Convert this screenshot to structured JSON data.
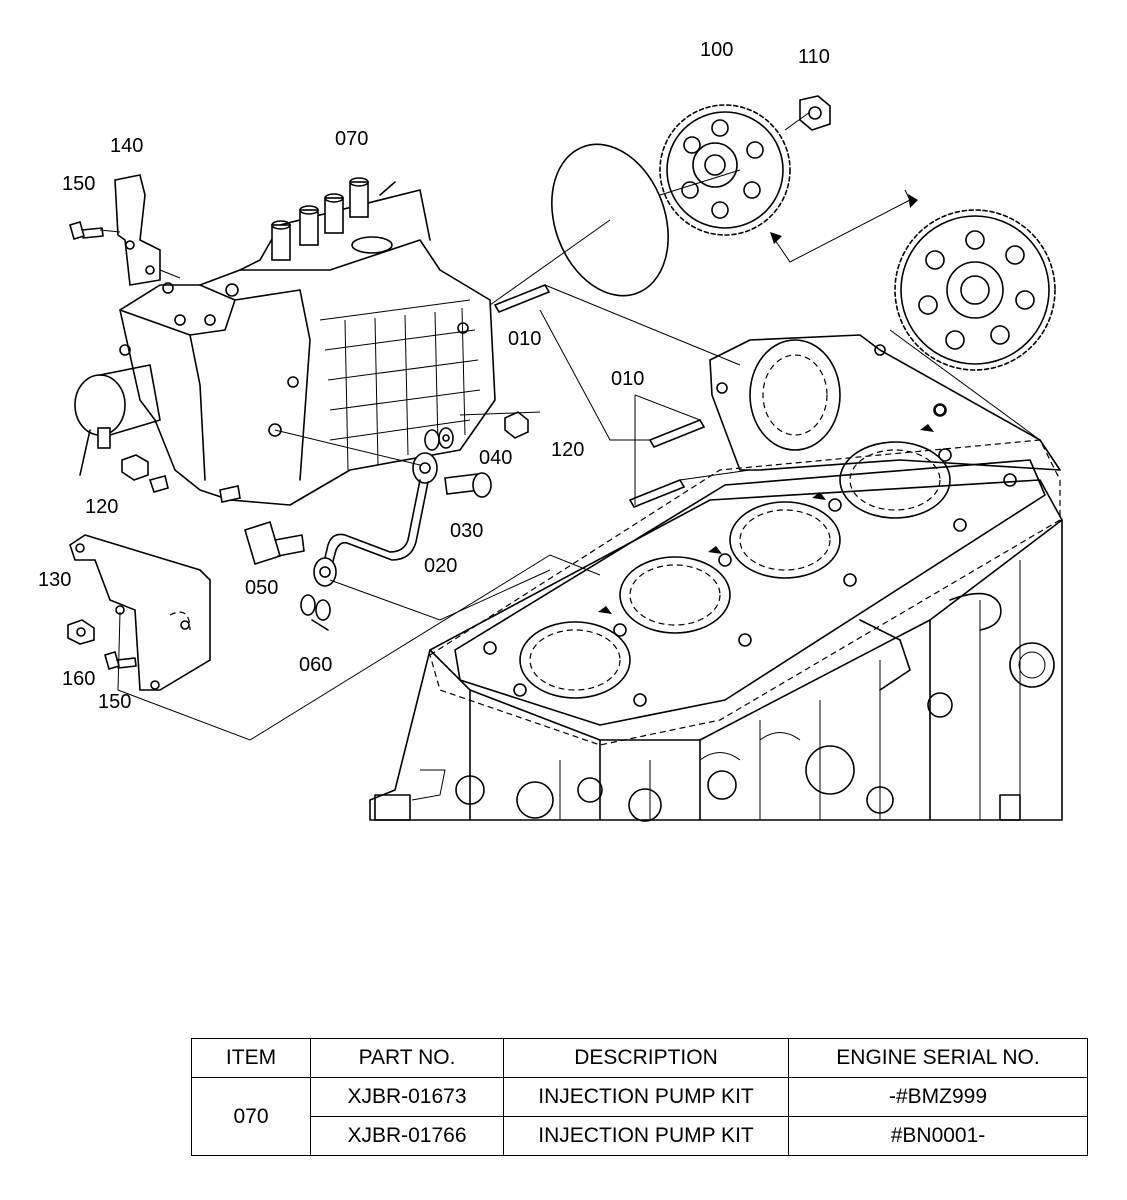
{
  "callouts": {
    "c100": "100",
    "c110": "110",
    "c140": "140",
    "c070": "070",
    "c150a": "150",
    "c010a": "010",
    "c010b": "010",
    "c040": "040",
    "c120a": "120",
    "c120b": "120",
    "c030": "030",
    "c020": "020",
    "c050": "050",
    "c130": "130",
    "c060": "060",
    "c160": "160",
    "c150b": "150"
  },
  "table": {
    "headers": {
      "item": "ITEM",
      "part_no": "PART NO.",
      "description": "DESCRIPTION",
      "serial": "ENGINE SERIAL NO."
    },
    "item": "070",
    "rows": [
      {
        "part_no": "XJBR-01673",
        "description": "INJECTION PUMP KIT",
        "serial": "-#BMZ999"
      },
      {
        "part_no": "XJBR-01766",
        "description": "INJECTION PUMP KIT",
        "serial": "#BN0001-"
      }
    ]
  }
}
